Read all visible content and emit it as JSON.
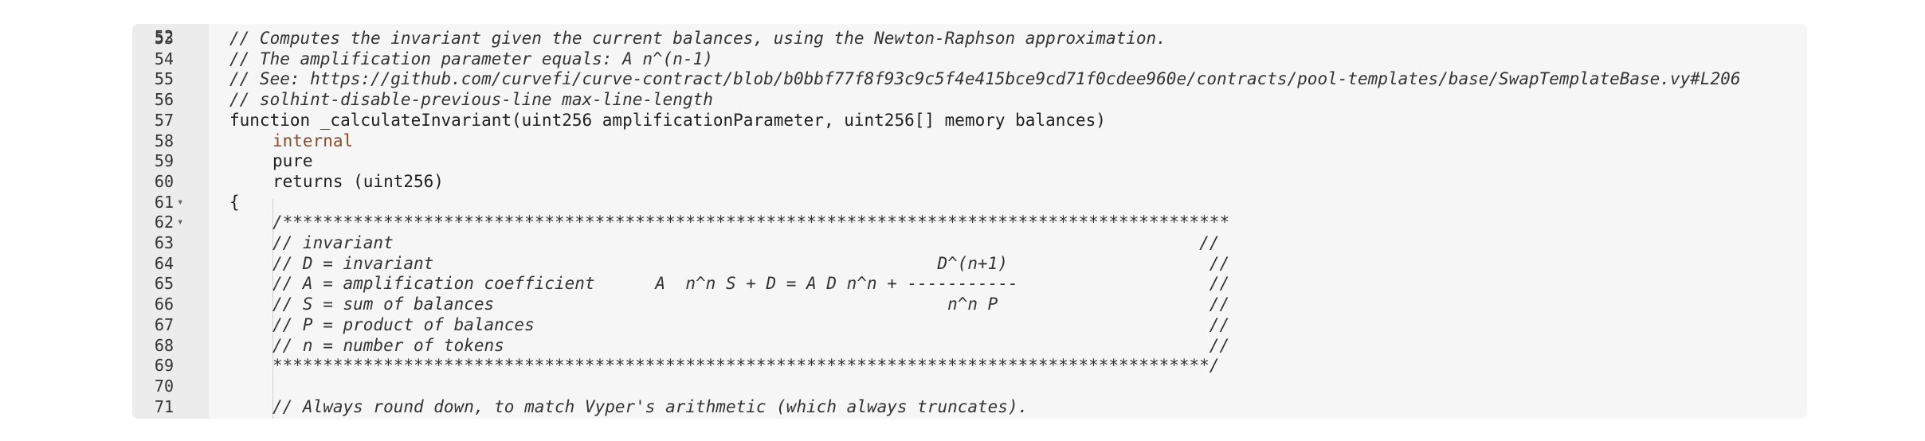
{
  "editor": {
    "lines": [
      {
        "num": "53",
        "fold": "",
        "kind": "comment",
        "indent": 1,
        "text": "// Computes the invariant given the current balances, using the Newton-Raphson approximation."
      },
      {
        "num": "54",
        "fold": "",
        "kind": "comment",
        "indent": 1,
        "text": "// The amplification parameter equals: A n^(n-1)"
      },
      {
        "num": "55",
        "fold": "",
        "kind": "comment",
        "indent": 1,
        "text": "// See: https://github.com/curvefi/curve-contract/blob/b0bbf77f8f93c9c5f4e415bce9cd71f0cdee960e/contracts/pool-templates/base/SwapTemplateBase.vy#L206"
      },
      {
        "num": "56",
        "fold": "",
        "kind": "comment",
        "indent": 1,
        "text": "// solhint-disable-previous-line max-line-length"
      },
      {
        "num": "57",
        "fold": "",
        "kind": "code",
        "indent": 1,
        "text": "function _calculateInvariant(uint256 amplificationParameter, uint256[] memory balances)"
      },
      {
        "num": "58",
        "fold": "",
        "kind": "keyword",
        "indent": 2,
        "text": "internal"
      },
      {
        "num": "59",
        "fold": "",
        "kind": "code",
        "indent": 2,
        "text": "pure"
      },
      {
        "num": "60",
        "fold": "",
        "kind": "code",
        "indent": 2,
        "text": "returns (uint256)"
      },
      {
        "num": "61",
        "fold": "▾",
        "kind": "code",
        "indent": 1,
        "text": "{"
      },
      {
        "num": "62",
        "fold": "▾",
        "kind": "comment",
        "indent": 2,
        "text": "/**********************************************************************************************"
      },
      {
        "num": "63",
        "fold": "",
        "kind": "comment",
        "indent": 2,
        "text": "// invariant                                                                                //"
      },
      {
        "num": "64",
        "fold": "",
        "kind": "comment",
        "indent": 2,
        "text": "// D = invariant                                                  D^(n+1)                    //"
      },
      {
        "num": "65",
        "fold": "",
        "kind": "comment",
        "indent": 2,
        "text": "// A = amplification coefficient      A  n^n S + D = A D n^n + -----------                   //"
      },
      {
        "num": "66",
        "fold": "",
        "kind": "comment",
        "indent": 2,
        "text": "// S = sum of balances                                             n^n P                     //"
      },
      {
        "num": "67",
        "fold": "",
        "kind": "comment",
        "indent": 2,
        "text": "// P = product of balances                                                                   //"
      },
      {
        "num": "68",
        "fold": "",
        "kind": "comment",
        "indent": 2,
        "text": "// n = number of tokens                                                                      //"
      },
      {
        "num": "69",
        "fold": "",
        "kind": "comment",
        "indent": 2,
        "text": "*********************************************************************************************/"
      },
      {
        "num": "70",
        "fold": "",
        "kind": "code",
        "indent": 2,
        "text": ""
      },
      {
        "num": "71",
        "fold": "",
        "kind": "comment",
        "indent": 2,
        "text": "// Always round down, to match Vyper's arithmetic (which always truncates)."
      }
    ],
    "partial_top_line_num": "52"
  }
}
